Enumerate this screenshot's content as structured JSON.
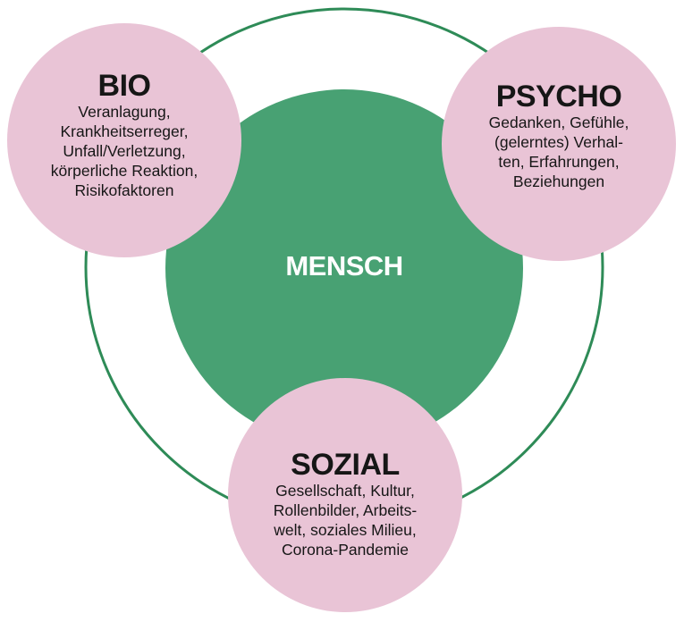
{
  "colors": {
    "ring": "#2e8b57",
    "center_fill": "#48a173",
    "satellite_fill": "#e9c4d6",
    "text_dark": "#161616",
    "text_light": "#ffffff"
  },
  "center": {
    "title": "MENSCH"
  },
  "satellites": [
    {
      "id": "bio",
      "title": "BIO",
      "lines": [
        "Veranlagung,",
        "Krankheitserreger,",
        "Unfall/Verletzung,",
        "körperliche Reaktion,",
        "Risikofaktoren"
      ]
    },
    {
      "id": "psycho",
      "title": "PSYCHO",
      "lines": [
        "Gedanken, Gefühle,",
        "(gelerntes) Verhal-",
        "ten, Erfahrungen,",
        "Beziehungen"
      ]
    },
    {
      "id": "sozial",
      "title": "SOZIAL",
      "lines": [
        "Gesellschaft, Kultur,",
        "Rollenbilder, Arbeits-",
        "welt, soziales Milieu,",
        "Corona-Pandemie"
      ]
    }
  ]
}
